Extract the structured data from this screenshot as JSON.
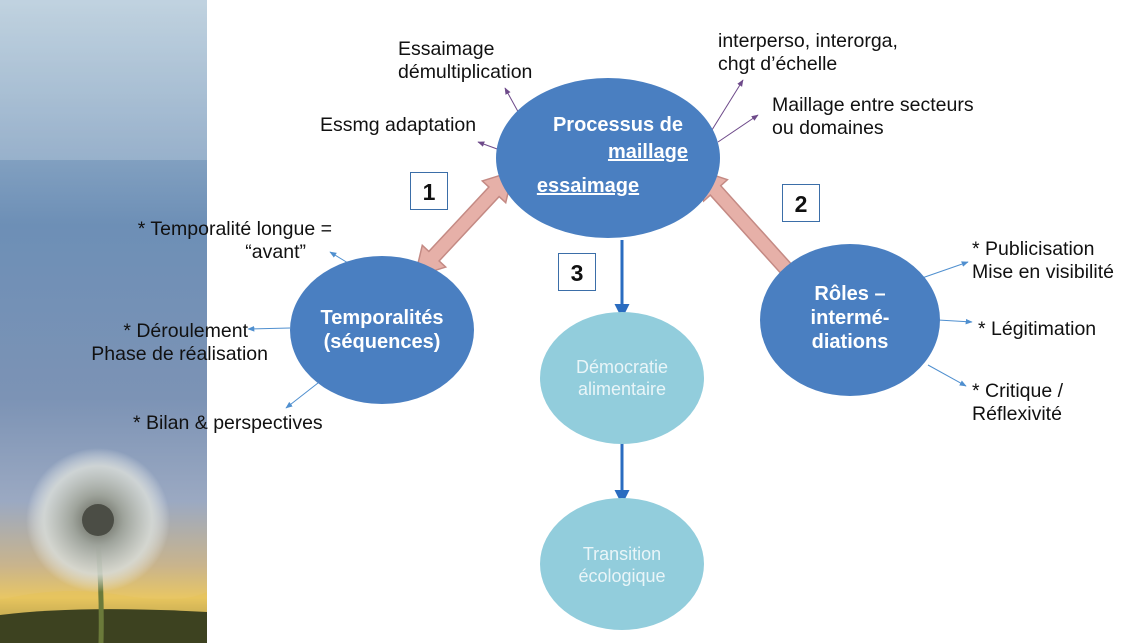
{
  "central": {
    "line1": "Processus de",
    "line2": "maillage",
    "line3": "essaimage"
  },
  "temporalites": {
    "line1": "Temporalités",
    "line2": "(séquences)"
  },
  "roles": {
    "line1": "Rôles –",
    "line2": "intermé-",
    "line3": "diations"
  },
  "democratie": {
    "line1": "Démocratie",
    "line2": "alimentaire"
  },
  "transition": {
    "line1": "Transition",
    "line2": "écologique"
  },
  "boxes": {
    "one": "1",
    "two": "2",
    "three": "3"
  },
  "top_labels": {
    "essaimage_l1": "Essaimage",
    "essaimage_l2": "démultiplication",
    "essmg": "Essmg adaptation",
    "interperso_l1": "interperso, interorga,",
    "interperso_l2": "chgt d’échelle",
    "maillage_l1": "Maillage entre secteurs",
    "maillage_l2": "ou domaines"
  },
  "left_labels": {
    "temporalite_l1": "* Temporalité longue =",
    "temporalite_l2": "“avant”",
    "deroulement_l1": "* Déroulement",
    "deroulement_l2": "Phase de réalisation",
    "bilan": "* Bilan & perspectives"
  },
  "right_labels": {
    "publicisation_l1": "* Publicisation",
    "publicisation_l2": "Mise en visibilité",
    "legitimation": "* Légitimation",
    "critique_l1": "* Critique /",
    "critique_l2": "Réflexivité"
  },
  "colors": {
    "dark_node": "#4a7fc1",
    "light_node": "#92cddc",
    "double_arrow_fill": "#e6b0a8",
    "double_arrow_stroke": "#c48a84",
    "flow_arrow": "#2a6cc0",
    "thin_arrow_left_right": "#4f8fcf",
    "thin_arrow_top": "#6e4a8a"
  }
}
